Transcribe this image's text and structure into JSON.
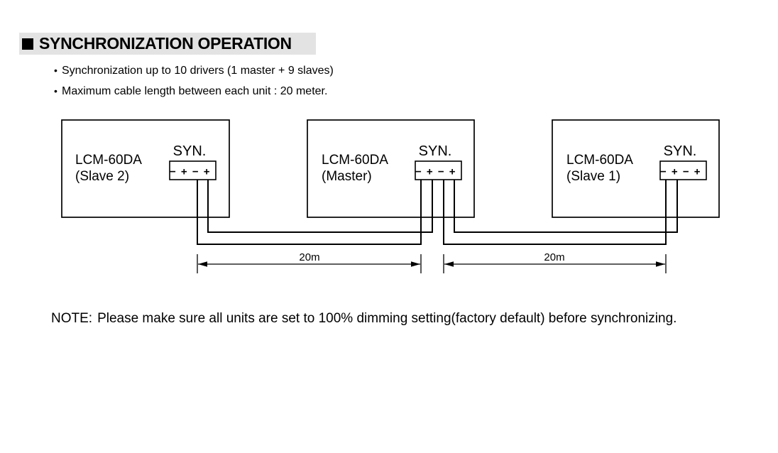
{
  "header": {
    "marker_icon": "black-square",
    "title": "SYNCHRONIZATION OPERATION",
    "title_bg": "#e3e3e3",
    "bullet_char": "•",
    "bullets": [
      "Synchronization up to 10 drivers (1 master + 9 slaves)",
      "Maximum cable length between each unit : 20 meter."
    ]
  },
  "diagram": {
    "units": [
      {
        "model": "LCM-60DA",
        "role": "(Slave 2)",
        "port_label": "SYN.",
        "terminals": "− + − +"
      },
      {
        "model": "LCM-60DA",
        "role": "(Master)",
        "port_label": "SYN.",
        "terminals": "− + − +"
      },
      {
        "model": "LCM-60DA",
        "role": "(Slave 1)",
        "port_label": "SYN.",
        "terminals": "− + − +"
      }
    ],
    "cable_lengths": [
      "20m",
      "20m"
    ],
    "line_color": "#000000"
  },
  "note": {
    "label": "NOTE:",
    "text": "Please make sure all units are set to 100% dimming setting(factory default) before synchronizing."
  }
}
